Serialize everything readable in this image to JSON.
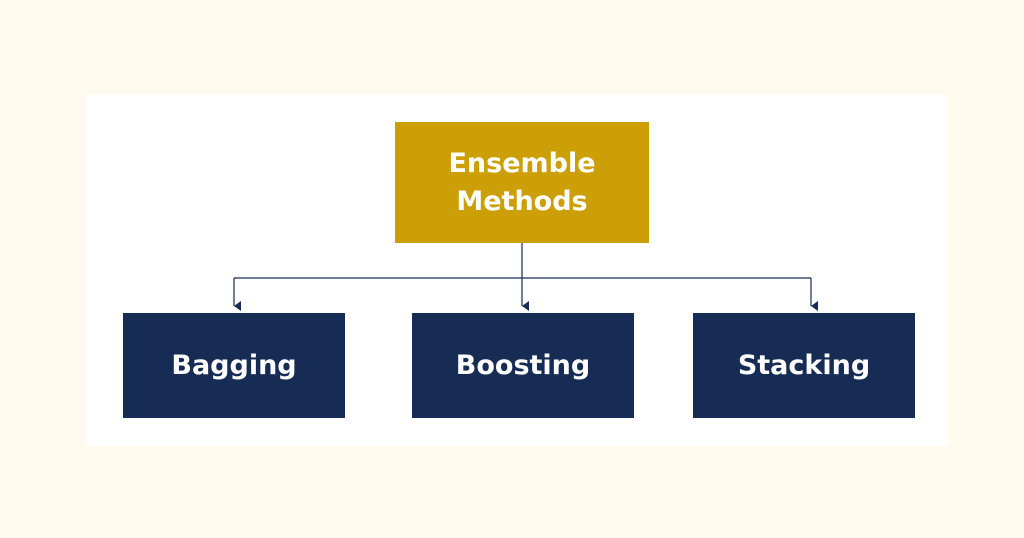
{
  "diagram": {
    "root": {
      "label": "Ensemble Methods"
    },
    "children": [
      {
        "label": "Bagging"
      },
      {
        "label": "Boosting"
      },
      {
        "label": "Stacking"
      }
    ]
  },
  "colors": {
    "background": "#fefaee",
    "panel": "#ffffff",
    "root_fill": "#cc9f07",
    "child_fill": "#172c55",
    "connector": "#172c55",
    "text": "#ffffff"
  }
}
